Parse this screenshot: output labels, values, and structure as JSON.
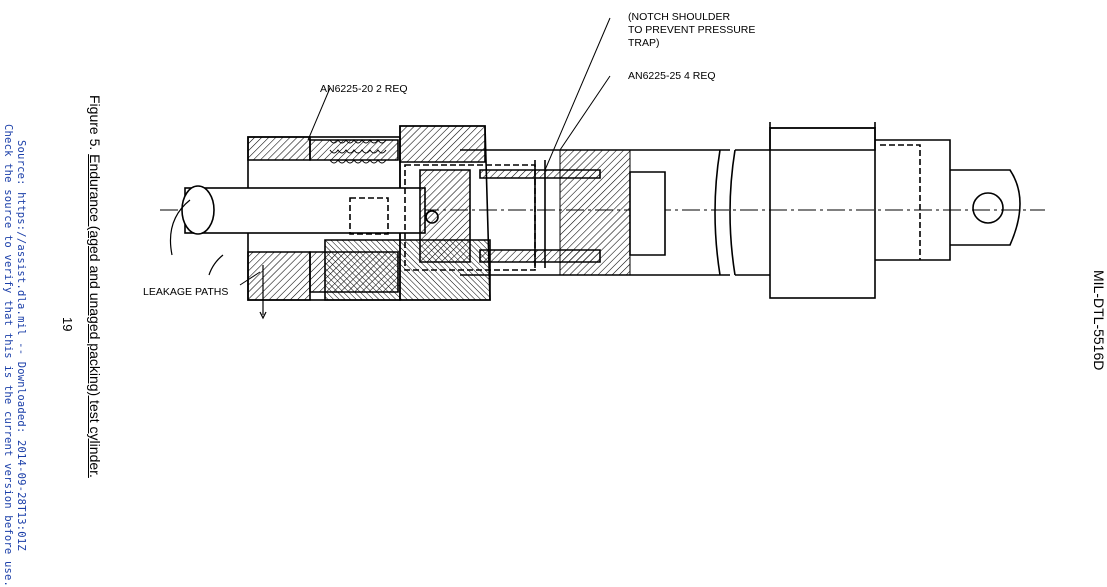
{
  "header": {
    "doc_id": "MIL-DTL-5516D"
  },
  "figure": {
    "caption_prefix": "Figure 5.",
    "caption_title": "Endurance (aged and unaged packing) test cylinder.",
    "callouts": {
      "notch_line1": "(NOTCH SHOULDER",
      "notch_line2": "TO PREVENT PRESSURE",
      "notch_line3": "TRAP)",
      "an20": "AN6225-20  2 REQ",
      "an25": "AN6225-25  4 REQ",
      "leakage": "LEAKAGE PATHS"
    }
  },
  "footer": {
    "page_number": "19",
    "source_line1": "Source: https://assist.dla.mil -- Downloaded: 2014-09-28T13:01Z",
    "source_line2": "Check the source to verify that this is the current version before use."
  }
}
